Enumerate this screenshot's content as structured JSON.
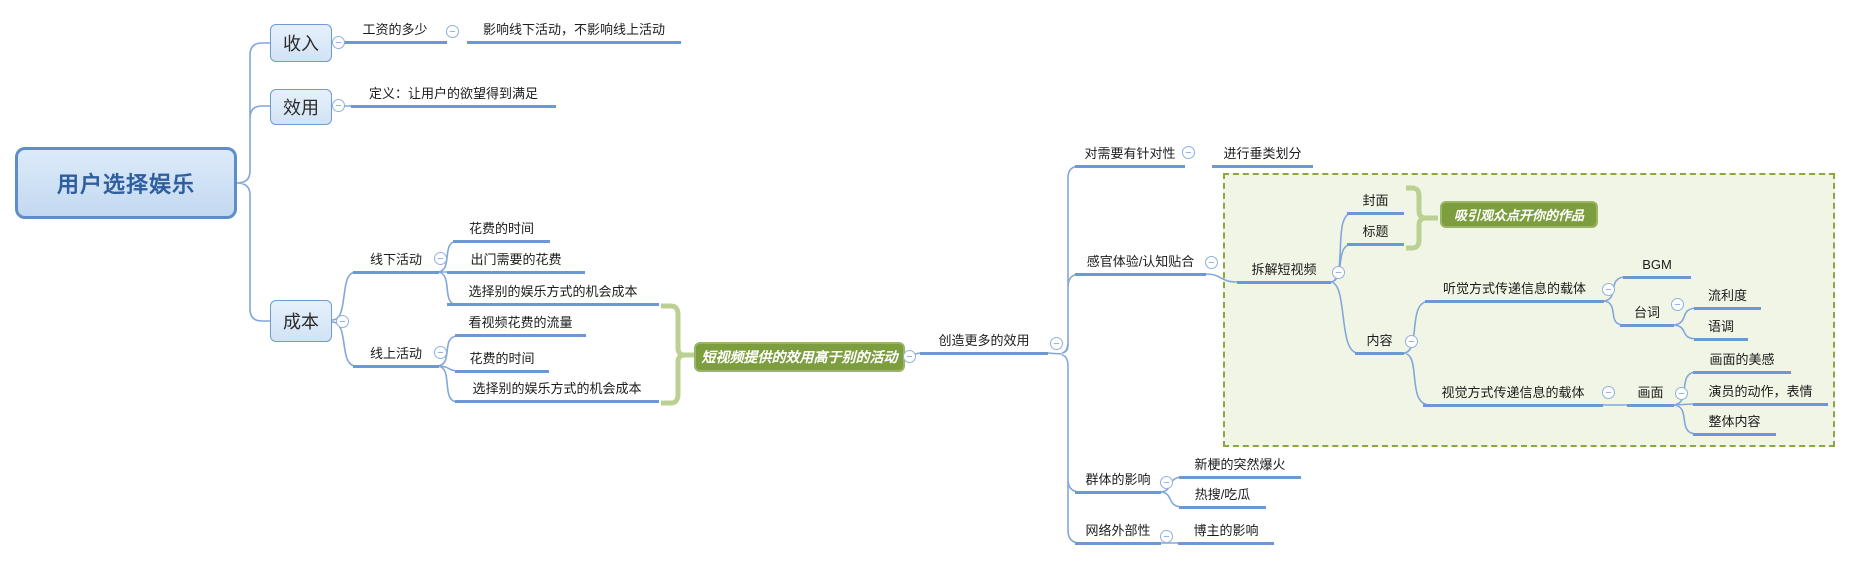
{
  "mindmap": {
    "root_label": "用户选择娱乐",
    "income": {
      "label": "收入",
      "salary": "工资的多少",
      "effect": "影响线下活动，不影响线上活动"
    },
    "utility": {
      "label": "效用",
      "definition": "定义：让用户的欲望得到满足"
    },
    "cost": {
      "label": "成本",
      "offline": {
        "label": "线下活动",
        "time": "花费的时间",
        "outing_fee": "出门需要的花费",
        "opportunity": "选择别的娱乐方式的机会成本"
      },
      "online": {
        "label": "线上活动",
        "data_usage": "看视频花费的流量",
        "time": "花费的时间",
        "opportunity": "选择别的娱乐方式的机会成本"
      },
      "summary": "短视频提供的效用高于别的活动"
    },
    "more_utility": {
      "label": "创造更多的效用",
      "targeted": {
        "label": "对需要有针对性",
        "vertical": "进行垂类划分"
      },
      "sensory": {
        "label": "感官体验/认知贴合",
        "decompose": {
          "label": "拆解短视频",
          "cover": "封面",
          "title": "标题",
          "attract": "吸引观众点开你的作品",
          "content": {
            "label": "内容",
            "audio": {
              "label": "听觉方式传递信息的载体",
              "bgm": "BGM",
              "lines": {
                "label": "台词",
                "fluency": "流利度",
                "tone": "语调"
              }
            },
            "visual": {
              "label": "视觉方式传递信息的载体",
              "frame": {
                "label": "画面",
                "beauty": "画面的美感",
                "acting": "演员的动作，表情",
                "overall": "整体内容"
              }
            }
          }
        }
      },
      "group": {
        "label": "群体的影响",
        "meme": "新梗的突然爆火",
        "hot": "热搜/吃瓜"
      },
      "network": {
        "label": "网络外部性",
        "blogger": "博主的影响"
      }
    }
  },
  "icons": {
    "collapse_glyph": "−"
  },
  "colors": {
    "line_blue": "#6d98d6",
    "curve_blue": "#83a7da",
    "node_green": "#7d9e3f",
    "bracket_green": "#bcd094",
    "dashed_box_fill": "#f1f5e5",
    "dashed_box_border": "#8aa83f",
    "root_fill": "#cfe0f3",
    "root_border": "#5e8ec9",
    "root_text": "#2e5e9e"
  }
}
